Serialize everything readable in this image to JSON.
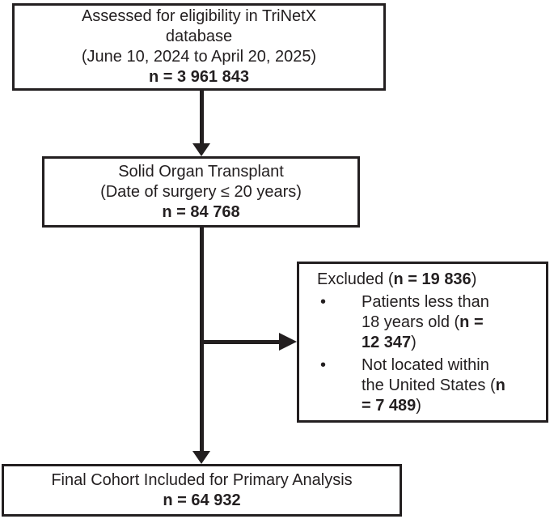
{
  "flowchart": {
    "colors": {
      "ink": "#231f20",
      "background": "#ffffff"
    },
    "box_eligibility": {
      "line1": "Assessed for eligibility in TriNetX",
      "line2": "database",
      "line3": "(June 10, 2024 to April 20, 2025)",
      "n": "n = 3 961 843"
    },
    "box_transplant": {
      "line1": "Solid Organ Transplant",
      "line2": "(Date of surgery ≤ 20 years)",
      "n": "n = 84 768"
    },
    "box_excluded": {
      "title_prefix": "Excluded (",
      "title_n": "n = 19 836",
      "title_suffix": ")",
      "bullet_glyph": "•",
      "items": [
        {
          "prefix": "Patients less than 18 years old (",
          "n": "n = 12 347",
          "suffix": ")"
        },
        {
          "prefix": "Not located within the United States (",
          "n": "n = 7 489",
          "suffix": ")"
        }
      ]
    },
    "box_final": {
      "line1": "Final Cohort Included for Primary Analysis",
      "n": "n = 64 932"
    }
  }
}
